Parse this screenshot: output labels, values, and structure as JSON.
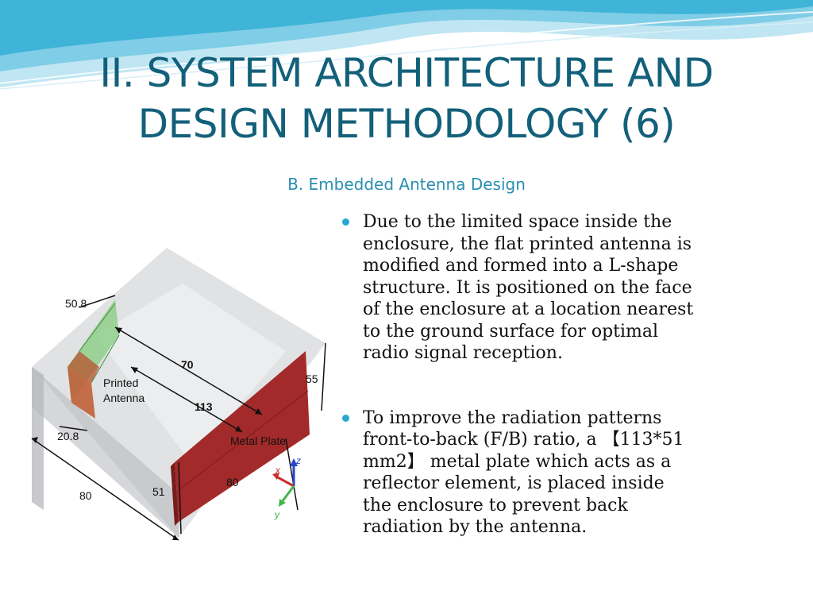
{
  "slide": {
    "title_line1": "II. SYSTEM ARCHITECTURE AND",
    "title_line2": "DESIGN METHODOLOGY (6)",
    "subtitle": "B. Embedded Antenna Design",
    "bullets": [
      "Due to the limited space inside the enclosure, the flat printed antenna is modified and formed into a L-shape structure. It is positioned on the face of the enclosure at a location nearest to the ground surface for optimal radio signal reception.",
      "To improve the radiation patterns front-to-back (F/B) ratio, a 【113*51 mm2】 metal plate which acts as a reflector element, is placed inside the enclosure to prevent back radiation by the antenna."
    ]
  },
  "figure": {
    "labels": {
      "dim_50_8": "50.8",
      "dim_70": "70",
      "dim_113": "113",
      "dim_55": "55",
      "dim_20_8": "20.8",
      "dim_80_left": "80",
      "dim_51": "51",
      "dim_80_right": "80",
      "printed": "Printed",
      "antenna": "Antenna",
      "metal_plate": "Metal Plate",
      "axis_x": "x",
      "axis_y": "y",
      "axis_z": "z"
    },
    "colors": {
      "metal_plate": "#a32a2a",
      "antenna": "#5cb85c",
      "enclosure": "#c8cacd"
    }
  },
  "theme": {
    "title_color": "#13607a",
    "subtitle_color": "#2a8fb0",
    "bullet_color": "#29a8d0"
  }
}
